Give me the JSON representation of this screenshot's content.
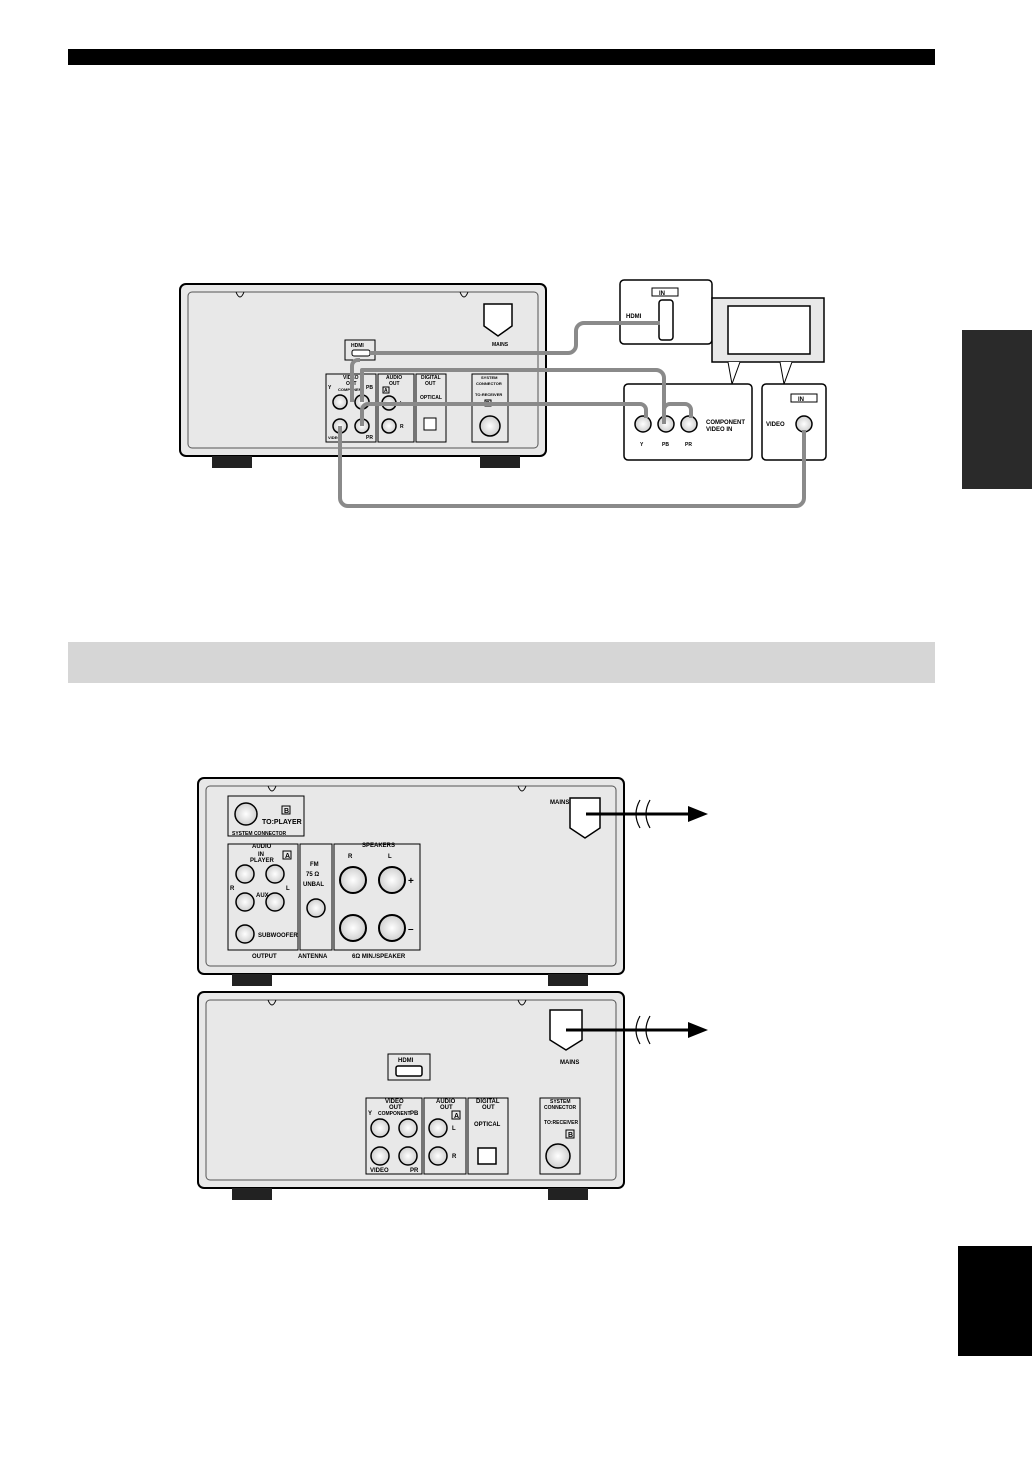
{
  "player_panel": {
    "hdmi": "HDMI",
    "video_out_line1": "VIDEO",
    "video_out_line2": "OUT",
    "component": "COMPONENT",
    "y": "Y",
    "pb": "PB",
    "pr": "PR",
    "video": "VIDEO",
    "audio_out_line1": "AUDIO",
    "audio_out_line2": "OUT",
    "badge_a": "A",
    "l": "L",
    "r": "R",
    "digital_out_line1": "DIGITAL",
    "digital_out_line2": "OUT",
    "optical": "OPTICAL",
    "system_connector_line1": "SYSTEM",
    "system_connector_line2": "CONNECTOR",
    "to_receiver": "TO:RECEIVER",
    "badge_b": "B",
    "mains": "MAINS"
  },
  "tv": {
    "hdmi_in_badge": "IN",
    "hdmi_label": "HDMI",
    "component_video_in_line1": "COMPONENT",
    "component_video_in_line2": "VIDEO IN",
    "y": "Y",
    "pb": "PB",
    "pr": "PR",
    "video_label": "VIDEO",
    "video_in_badge": "IN"
  },
  "receiver_panel": {
    "badge_b": "B",
    "to_player": "TO:PLAYER",
    "system_connector": "SYSTEM CONNECTOR",
    "audio": "AUDIO",
    "in_line1": "IN",
    "player": "PLAYER",
    "badge_a": "A",
    "r": "R",
    "l": "L",
    "aux": "AUX",
    "subwoofer": "SUBWOOFER",
    "output": "OUTPUT",
    "fm": "FM",
    "ohm": "75 Ω",
    "unbal": "UNBAL",
    "antenna": "ANTENNA",
    "speakers": "SPEAKERS",
    "plus": "+",
    "minus": "–",
    "min_speaker": "6Ω MIN./SPEAKER",
    "mains": "MAINS"
  },
  "colors": {
    "panel": "#e8e8e8",
    "cable": "#8a8a8a",
    "band": "#d6d6d6"
  }
}
